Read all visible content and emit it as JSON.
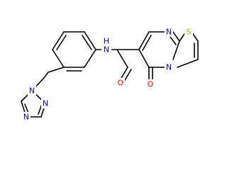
{
  "colors": {
    "background": "#ffffff",
    "bond": "#000000",
    "N": "#0000ff",
    "O": "#ff0000",
    "S": "#b8a000",
    "C": "#000000"
  },
  "atoms": [
    {
      "id": "n_amide",
      "element": "N",
      "label": "N",
      "hydrogen": "H"
    },
    {
      "id": "o_amide",
      "element": "O",
      "label": "O"
    },
    {
      "id": "o_ring",
      "element": "O",
      "label": "O"
    },
    {
      "id": "n_pyr",
      "element": "N",
      "label": "N"
    },
    {
      "id": "n_bridge",
      "element": "N",
      "label": "N"
    },
    {
      "id": "s_thz",
      "element": "S",
      "label": "S"
    },
    {
      "id": "n_tz1",
      "element": "N",
      "label": "N"
    },
    {
      "id": "n_tz2",
      "element": "N",
      "label": "N"
    },
    {
      "id": "n_tz4",
      "element": "N",
      "label": "N"
    }
  ]
}
